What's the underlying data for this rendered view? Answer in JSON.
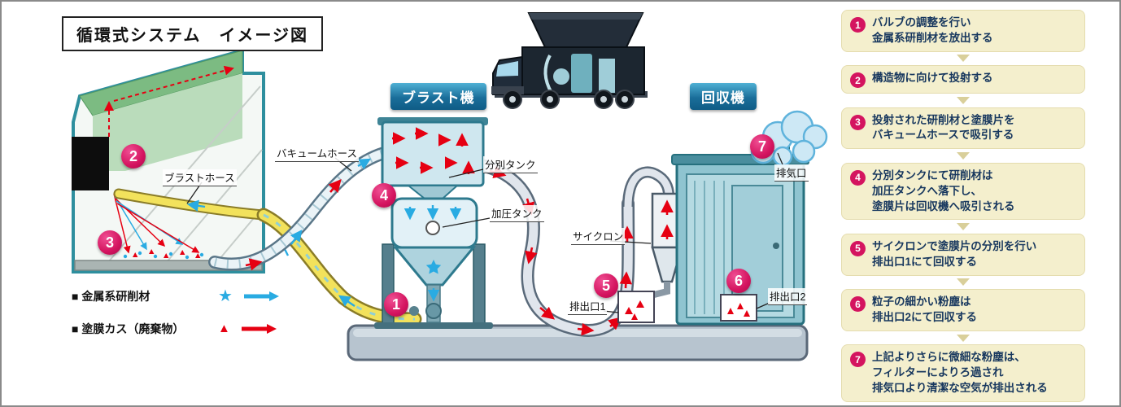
{
  "title": "循環式システム　イメージ図",
  "machine_labels": {
    "blast": "ブラスト機",
    "recovery": "回収機"
  },
  "part_labels": {
    "vacuum_hose": "バキュームホース",
    "blast_hose": "ブラストホース",
    "separation_tank": "分別タンク",
    "pressure_tank": "加圧タンク",
    "cyclone": "サイクロン",
    "exhaust_port": "排気口",
    "outlet_1": "排出口1",
    "outlet_2": "排出口2"
  },
  "legend": {
    "abrasive": "■ 金属系研削材",
    "paint_waste": "■ 塗膜カス（廃棄物）"
  },
  "steps": [
    {
      "num": "1",
      "lines": [
        "バルブの調整を行い",
        "金属系研削材を放出する"
      ]
    },
    {
      "num": "2",
      "lines": [
        "構造物に向けて投射する"
      ]
    },
    {
      "num": "3",
      "lines": [
        "投射された研削材と塗膜片を",
        "バキュームホースで吸引する"
      ]
    },
    {
      "num": "4",
      "lines": [
        "分別タンクにて研削材は",
        "加圧タンクへ落下し、",
        "塗膜片は回収機へ吸引される"
      ]
    },
    {
      "num": "5",
      "lines": [
        "サイクロンで塗膜片の分別を行い",
        "排出口1にて回収する"
      ]
    },
    {
      "num": "6",
      "lines": [
        "粒子の細かい粉塵は",
        "排出口2にて回収する"
      ]
    },
    {
      "num": "7",
      "lines": [
        "上記よりさらに微細な粉塵は、",
        "フィルターによりろ過され",
        "排気口より清潔な空気が排出される"
      ]
    }
  ],
  "colors": {
    "step_box_bg": "#f4efcd",
    "number_circle": "#d4145f",
    "machine_label_bg": "#1a6e9a",
    "flow_red": "#e60012",
    "flow_blue": "#29abe2",
    "hose_yellow": "#f2e25c",
    "machine_teal": "#8fc4d0"
  }
}
